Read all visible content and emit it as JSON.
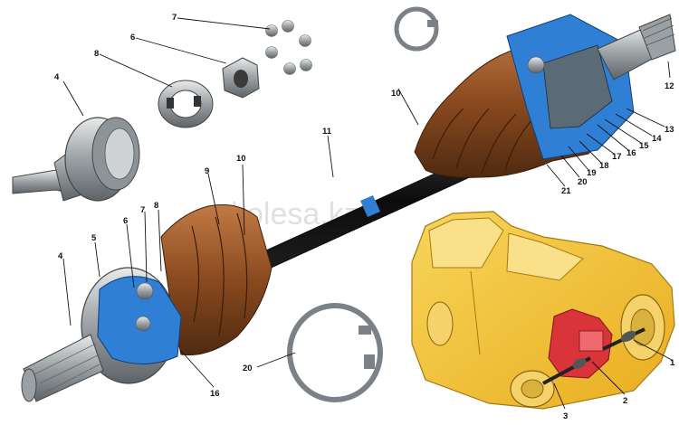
{
  "watermark": "kolesa.kz",
  "callouts": [
    "1",
    "2",
    "3",
    "4",
    "4",
    "5",
    "6",
    "6",
    "7",
    "7",
    "8",
    "8",
    "9",
    "10",
    "10",
    "11",
    "12",
    "13",
    "14",
    "15",
    "16",
    "16",
    "17",
    "18",
    "19",
    "20",
    "20",
    "21"
  ],
  "colors": {
    "boot": "#8a4a1f",
    "housing_cut": "#2f7fd4",
    "shaft": "#111111",
    "metal": "#9aa0a3",
    "car_body": "#f2c335",
    "drive_unit": "#d8343a"
  }
}
